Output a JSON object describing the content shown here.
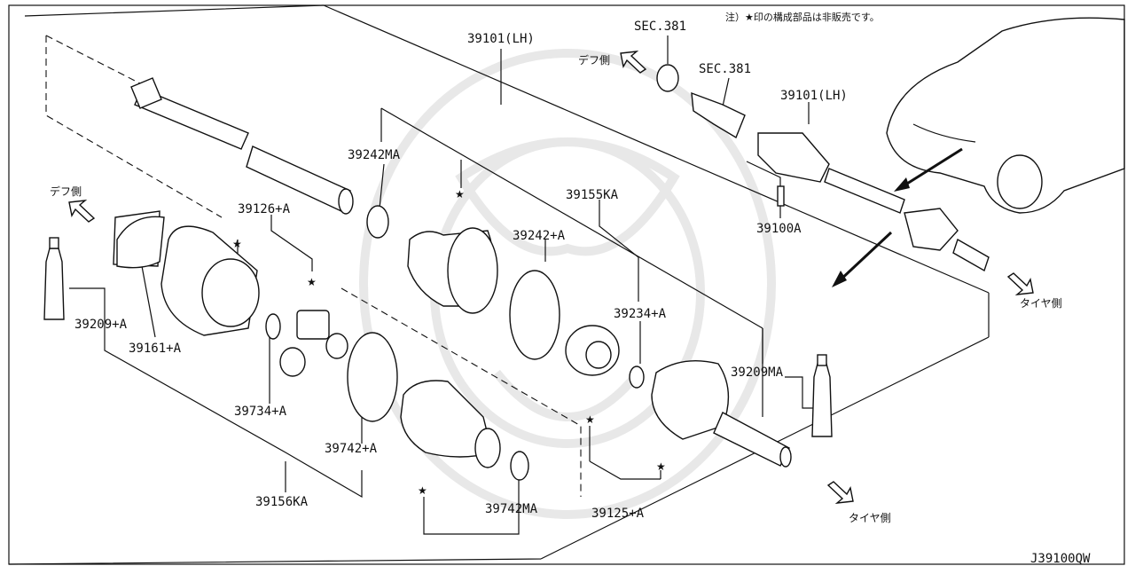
{
  "note": "注）★印の構成部品は非販売です。",
  "diagram_code": "J39100QW",
  "labels": {
    "l39101_main": "39101(LH)",
    "l39101_inset": "39101(LH)",
    "sec381_a": "SEC.381",
    "sec381_b": "SEC.381",
    "l39100a": "39100A",
    "l39242ma": "39242MA",
    "l39155ka": "39155KA",
    "l39126a": "39126+A",
    "l39242a": "39242+A",
    "l39234a": "39234+A",
    "l39209a": "39209+A",
    "l39161a": "39161+A",
    "l39734a": "39734+A",
    "l39209ma": "39209MA",
    "l39742a": "39742+A",
    "l39156ka": "39156KA",
    "l39742ma": "39742MA",
    "l39125a": "39125+A"
  },
  "directions": {
    "diff_top": "デフ側",
    "diff_left": "デフ側",
    "tire_right": "タイヤ側",
    "tire_bottom": "タイヤ側"
  },
  "star_symbol": "★"
}
